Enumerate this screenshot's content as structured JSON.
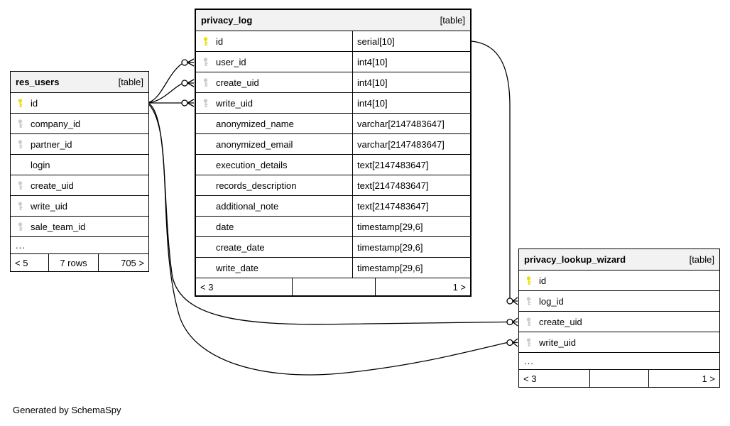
{
  "footer_note": "Generated by SchemaSpy",
  "colors": {
    "primary_key": "#e8df10",
    "foreign_key": "#cccccc",
    "header_bg": "#f2f2f2",
    "border": "#000000"
  },
  "tables": {
    "res_users": {
      "title": "res_users",
      "badge": "[table]",
      "rows": [
        {
          "name": "id",
          "key": "pk"
        },
        {
          "name": "company_id",
          "key": "fk"
        },
        {
          "name": "partner_id",
          "key": "fk"
        },
        {
          "name": "login",
          "key": "none"
        },
        {
          "name": "create_uid",
          "key": "fk"
        },
        {
          "name": "write_uid",
          "key": "fk"
        },
        {
          "name": "sale_team_id",
          "key": "fk"
        },
        {
          "name": "...",
          "key": "none"
        }
      ],
      "footer": {
        "left": "< 5",
        "center": "7 rows",
        "right": "705 >"
      }
    },
    "privacy_log": {
      "title": "privacy_log",
      "badge": "[table]",
      "rows": [
        {
          "name": "id",
          "type": "serial[10]",
          "key": "pk"
        },
        {
          "name": "user_id",
          "type": "int4[10]",
          "key": "fk"
        },
        {
          "name": "create_uid",
          "type": "int4[10]",
          "key": "fk"
        },
        {
          "name": "write_uid",
          "type": "int4[10]",
          "key": "fk"
        },
        {
          "name": "anonymized_name",
          "type": "varchar[2147483647]",
          "key": "none"
        },
        {
          "name": "anonymized_email",
          "type": "varchar[2147483647]",
          "key": "none"
        },
        {
          "name": "execution_details",
          "type": "text[2147483647]",
          "key": "none"
        },
        {
          "name": "records_description",
          "type": "text[2147483647]",
          "key": "none"
        },
        {
          "name": "additional_note",
          "type": "text[2147483647]",
          "key": "none"
        },
        {
          "name": "date",
          "type": "timestamp[29,6]",
          "key": "none"
        },
        {
          "name": "create_date",
          "type": "timestamp[29,6]",
          "key": "none"
        },
        {
          "name": "write_date",
          "type": "timestamp[29,6]",
          "key": "none"
        }
      ],
      "footer": {
        "left": "< 3",
        "center": "",
        "right": "1 >"
      }
    },
    "privacy_lookup_wizard": {
      "title": "privacy_lookup_wizard",
      "badge": "[table]",
      "rows": [
        {
          "name": "id",
          "key": "pk"
        },
        {
          "name": "log_id",
          "key": "fk"
        },
        {
          "name": "create_uid",
          "key": "fk"
        },
        {
          "name": "write_uid",
          "key": "fk"
        },
        {
          "name": "...",
          "key": "none"
        }
      ],
      "footer": {
        "left": "< 3",
        "center": "",
        "right": "1 >"
      }
    }
  },
  "relationships": [
    {
      "from": "res_users.id",
      "to": "privacy_log.user_id"
    },
    {
      "from": "res_users.id",
      "to": "privacy_log.create_uid"
    },
    {
      "from": "res_users.id",
      "to": "privacy_log.write_uid"
    },
    {
      "from": "privacy_log.id",
      "to": "privacy_lookup_wizard.log_id"
    },
    {
      "from": "res_users.id",
      "to": "privacy_lookup_wizard.create_uid"
    },
    {
      "from": "res_users.id",
      "to": "privacy_lookup_wizard.write_uid"
    }
  ]
}
